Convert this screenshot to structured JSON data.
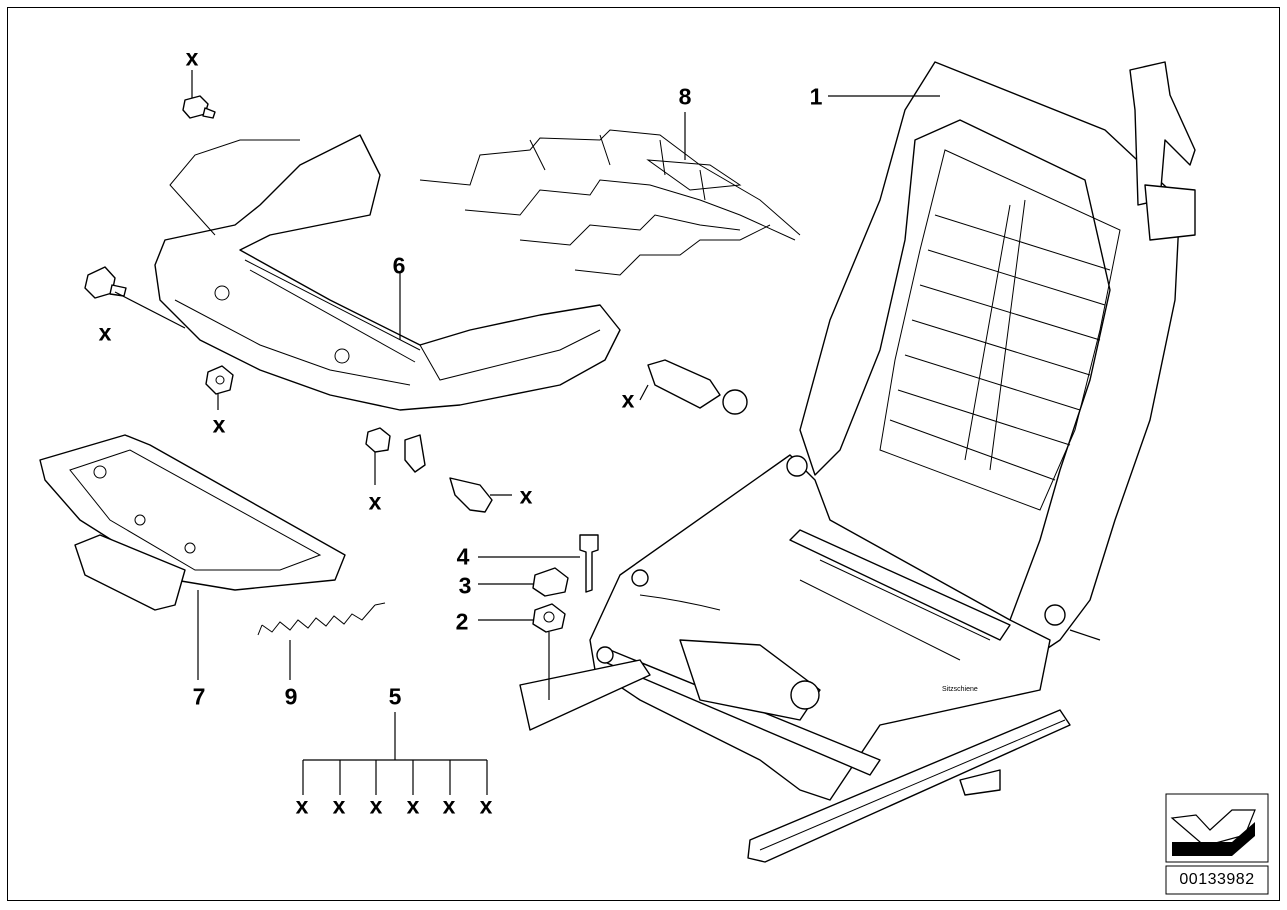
{
  "diagram": {
    "document_number": "00133982",
    "callouts": [
      {
        "id": "c1",
        "text": "1"
      },
      {
        "id": "c2",
        "text": "2"
      },
      {
        "id": "c3",
        "text": "3"
      },
      {
        "id": "c4",
        "text": "4"
      },
      {
        "id": "c5",
        "text": "5"
      },
      {
        "id": "c6",
        "text": "6"
      },
      {
        "id": "c7",
        "text": "7"
      },
      {
        "id": "c8",
        "text": "8"
      },
      {
        "id": "c9",
        "text": "9"
      }
    ],
    "x_marker": "x",
    "stamp_text": "Sitzschiene"
  }
}
